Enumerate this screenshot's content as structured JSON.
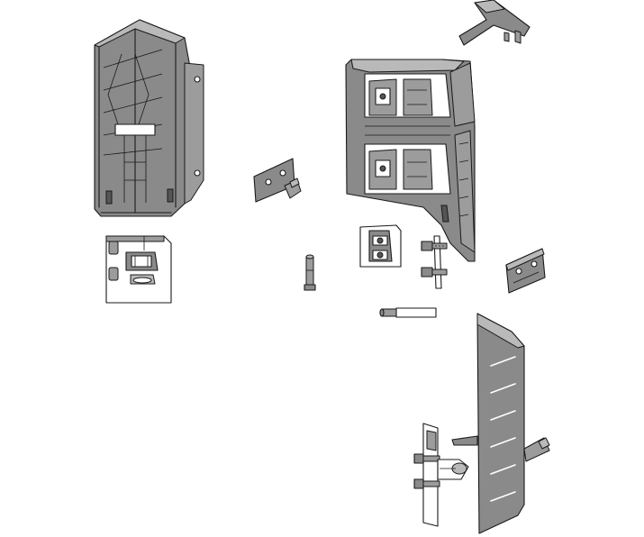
{
  "drawing": {
    "kind": "exploded assembly drawing",
    "colors": {
      "part_fill": "#8a8a8a",
      "part_light": "#b9b9b9",
      "outline": "#1a1a1a",
      "background": "#ffffff"
    },
    "parts": [
      "left-corner-housing",
      "top-right-bracket",
      "small-mounting-plate",
      "right-corner-housing",
      "left-clip-plate",
      "dowel-pin",
      "center-clip-block",
      "screw-set",
      "angled-mounting-plate",
      "horizontal-dowel",
      "side-panel",
      "bottom-hinge-clip"
    ]
  }
}
